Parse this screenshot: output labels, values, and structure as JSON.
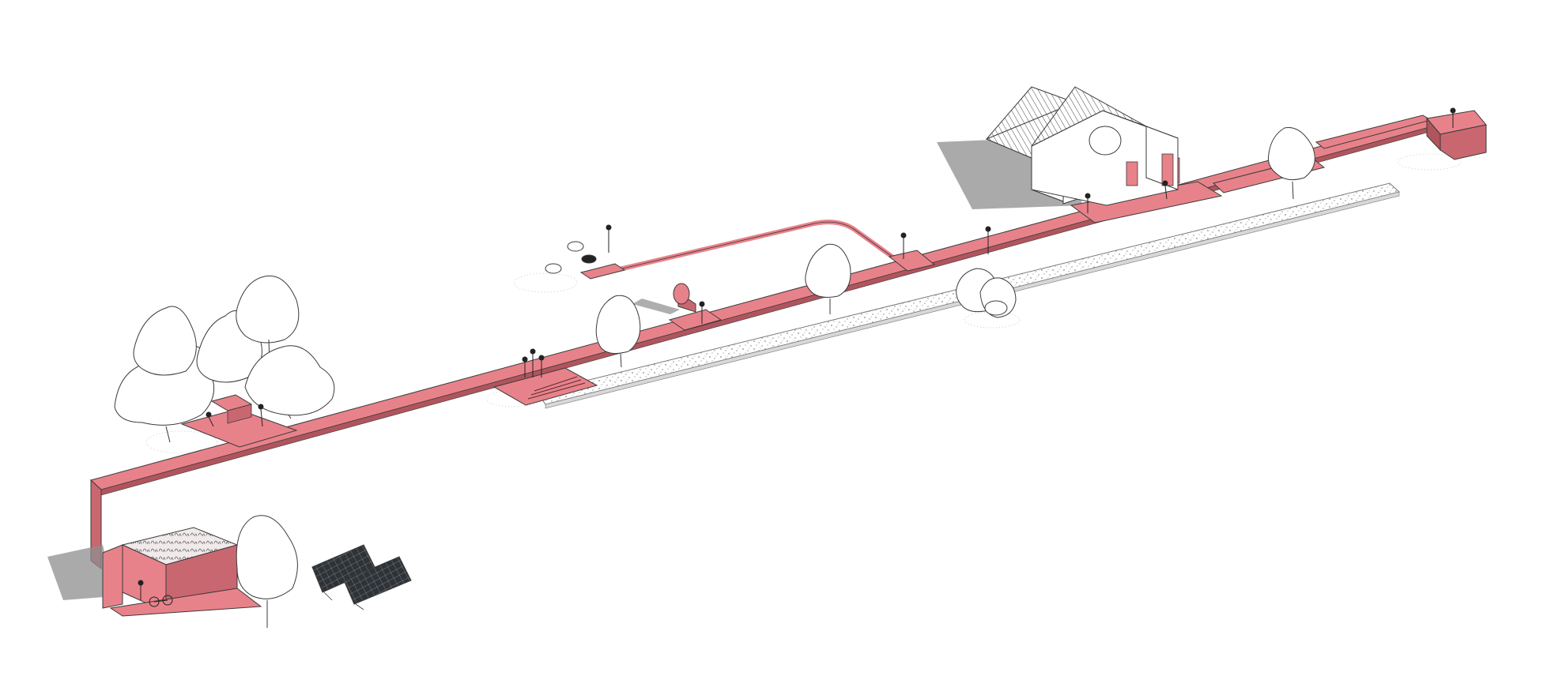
{
  "colors": {
    "path": "#e8828a",
    "path_dark": "#c96770",
    "path_shadow": "#b0555d",
    "outline": "#3a3a3a",
    "gravel": "#9a9a9a",
    "shadow": "#8e8e8e",
    "tree_fill": "#ffffff",
    "solar_panel": "#2f3338"
  },
  "scene": {
    "elements": [
      {
        "name": "elevated-red-path",
        "icon": "walkway"
      },
      {
        "name": "gravel-strip",
        "icon": "gravel-bed"
      },
      {
        "name": "barn-house",
        "icon": "house"
      },
      {
        "name": "planter-kiosk",
        "icon": "kiosk"
      },
      {
        "name": "solar-panels",
        "icon": "solar-panel"
      },
      {
        "name": "lookout-platform",
        "icon": "platform"
      },
      {
        "name": "sheep-pen-branch",
        "icon": "branch-path"
      },
      {
        "name": "megaphone-sculpture",
        "icon": "megaphone"
      },
      {
        "name": "picnic-deck",
        "icon": "deck"
      },
      {
        "name": "step-bridge",
        "icon": "steps"
      },
      {
        "name": "trees",
        "icon": "tree"
      },
      {
        "name": "people",
        "icon": "person"
      },
      {
        "name": "sheep",
        "icon": "sheep"
      }
    ]
  }
}
